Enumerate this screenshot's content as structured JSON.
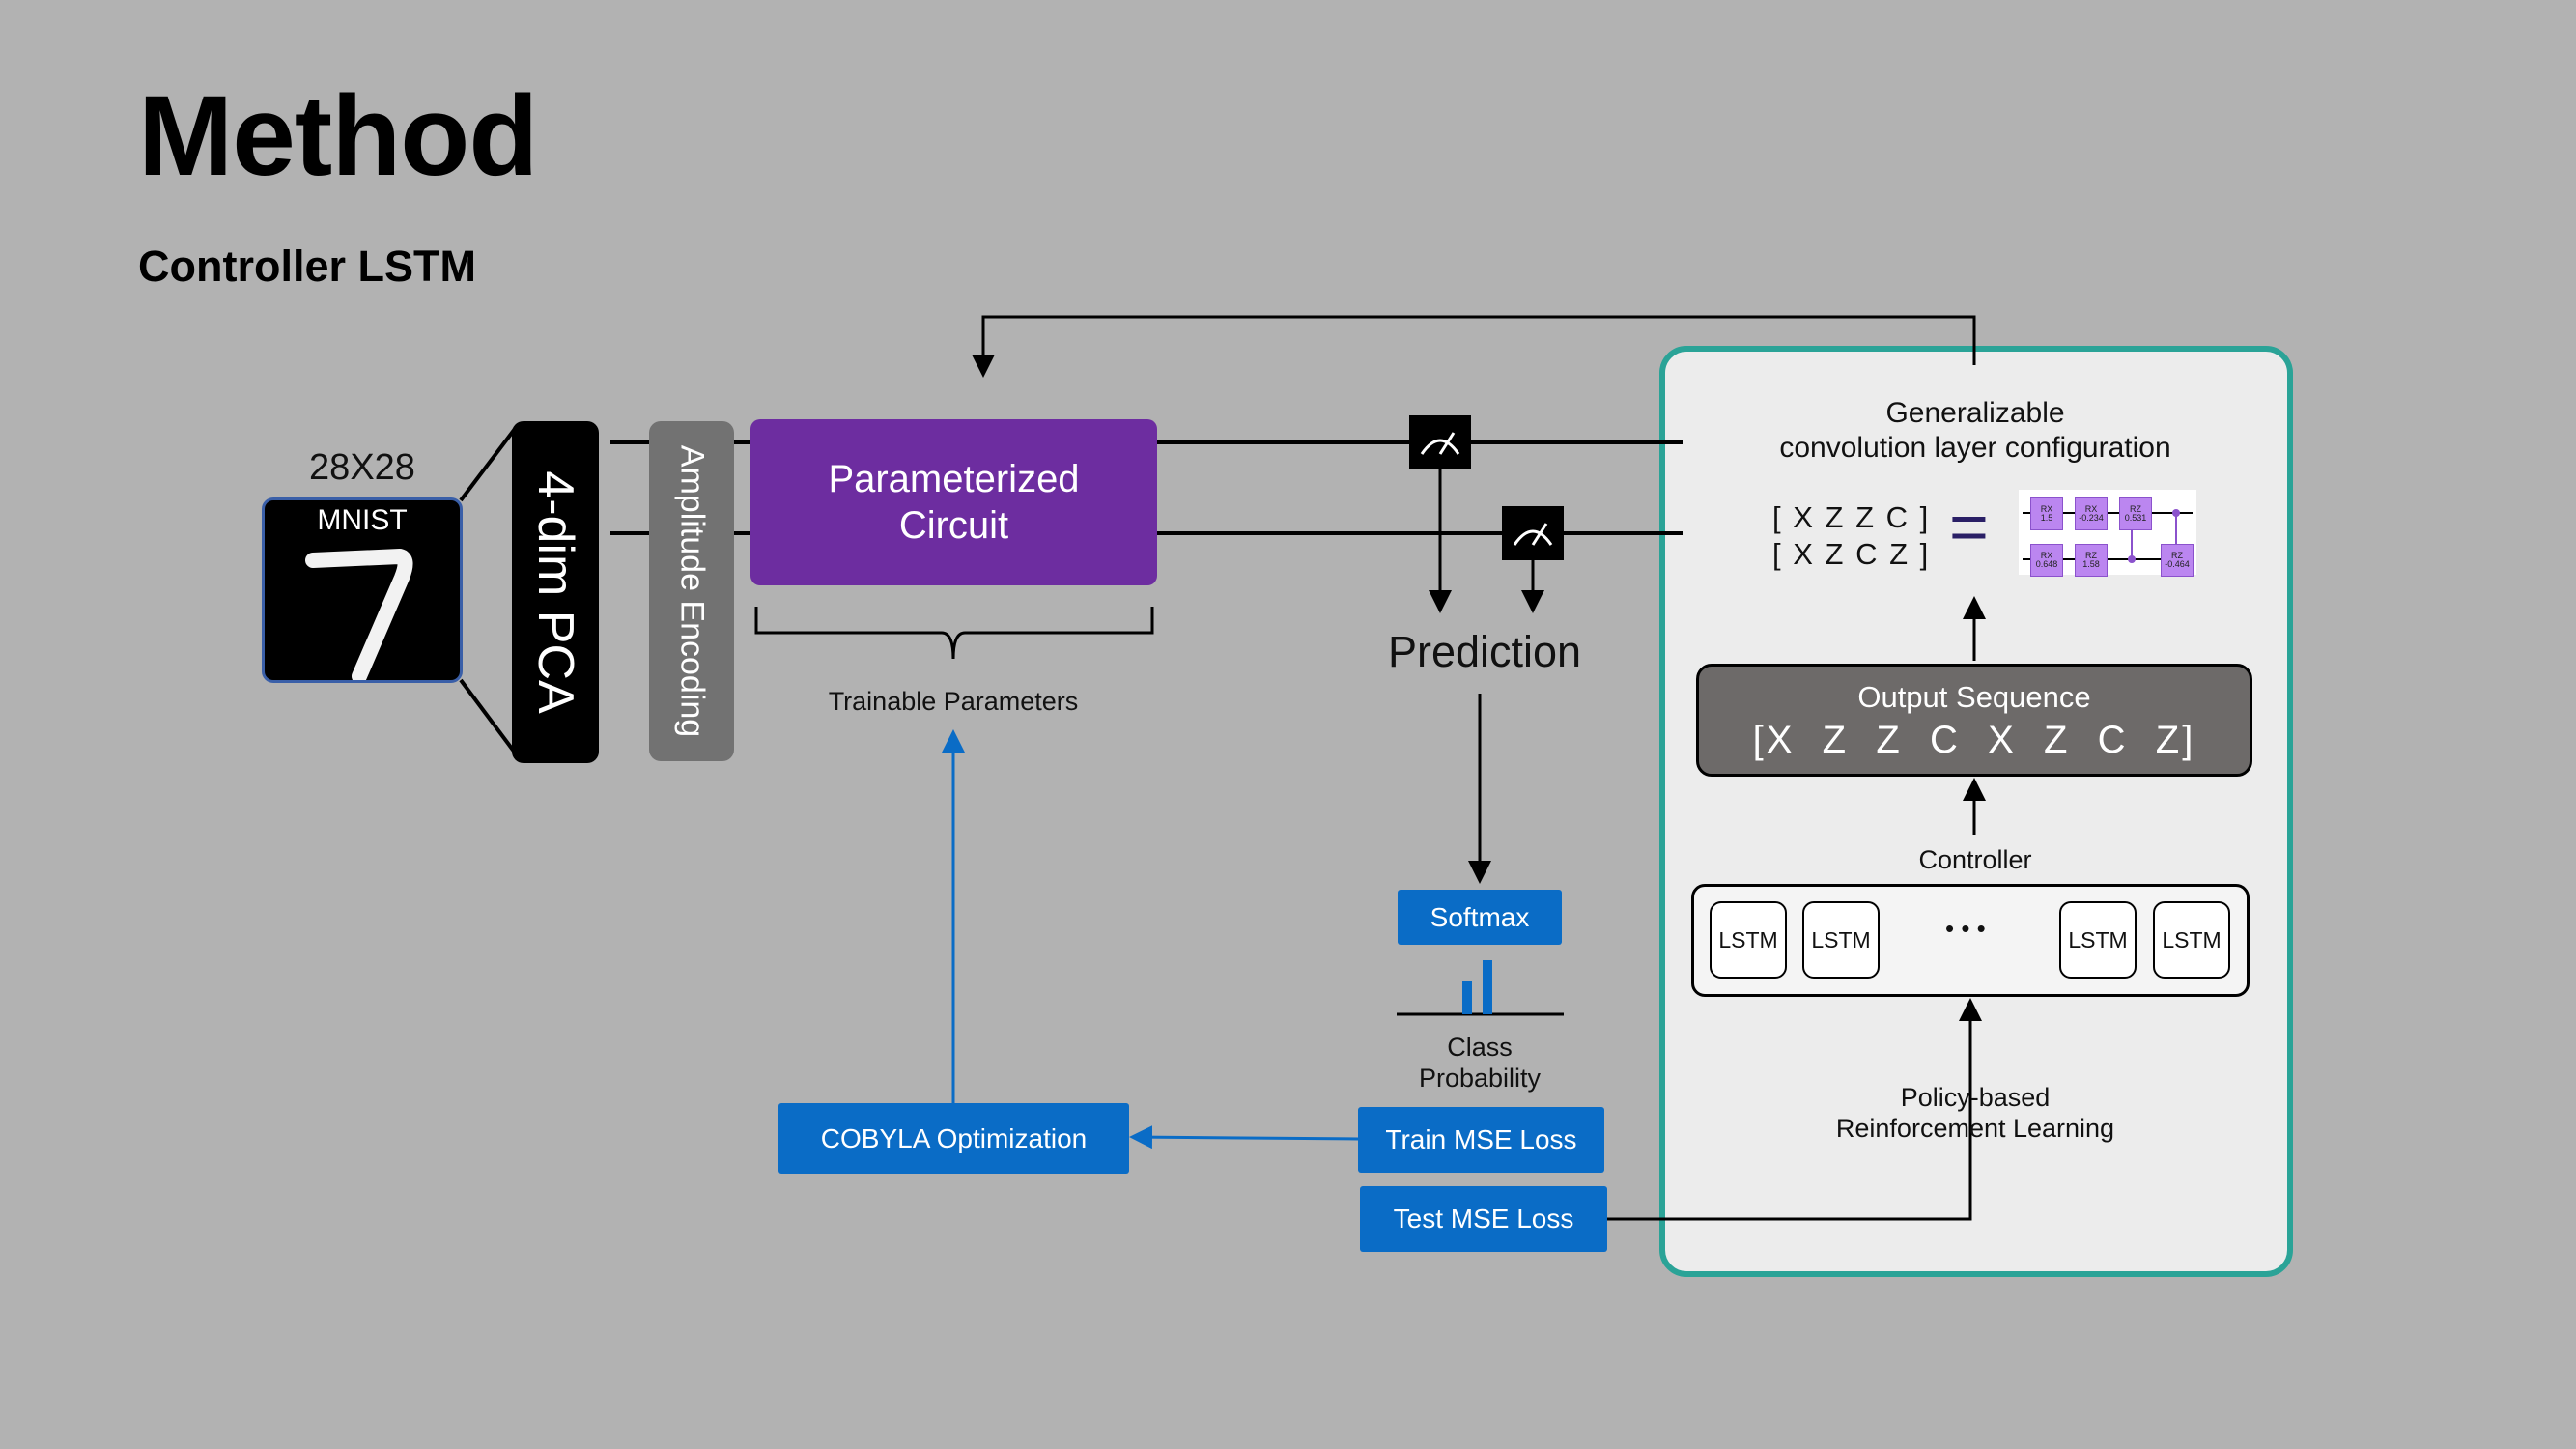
{
  "page": {
    "title": "Method",
    "subtitle": "Controller LSTM"
  },
  "input": {
    "size_label": "28X28",
    "dataset_label": "MNIST"
  },
  "pca": {
    "label": "4-dim PCA"
  },
  "encoding": {
    "label": "Amplitude Encoding"
  },
  "circuit": {
    "label": "Parameterized\nCircuit",
    "brace_label": "Trainable Parameters"
  },
  "prediction": {
    "label": "Prediction",
    "softmax_label": "Softmax",
    "class_prob_label": "Class\nProbability"
  },
  "losses": {
    "train": "Train MSE Loss",
    "test": "Test MSE Loss",
    "optimizer": "COBYLA Optimization"
  },
  "panel": {
    "config_title": "Generalizable\nconvolution layer configuration",
    "config_rows": [
      "[ X Z Z C ]",
      "[ X Z C Z ]"
    ],
    "equals": "=",
    "gates_top": [
      {
        "name": "RX",
        "value": "1.5"
      },
      {
        "name": "RX",
        "value": "-0.234"
      },
      {
        "name": "RZ",
        "value": "0.531"
      }
    ],
    "gates_bottom": [
      {
        "name": "RX",
        "value": "0.648"
      },
      {
        "name": "RZ",
        "value": "1.58"
      },
      {
        "name": "RZ",
        "value": "-0.464"
      }
    ],
    "output_title": "Output Sequence",
    "output_sequence": "[X  Z  Z  C  X  Z  C  Z]",
    "controller_label": "Controller",
    "lstm_cells": [
      "LSTM",
      "LSTM",
      "LSTM",
      "LSTM"
    ],
    "ellipsis": "• • •",
    "rl_label": "Policy-based\nReinforcement Learning"
  },
  "colors": {
    "background": "#b2b2b2",
    "circuit": "#6d2da0",
    "blue": "#0a6cc6",
    "panel_border": "#2aa397",
    "gate": "#bb86f0"
  }
}
